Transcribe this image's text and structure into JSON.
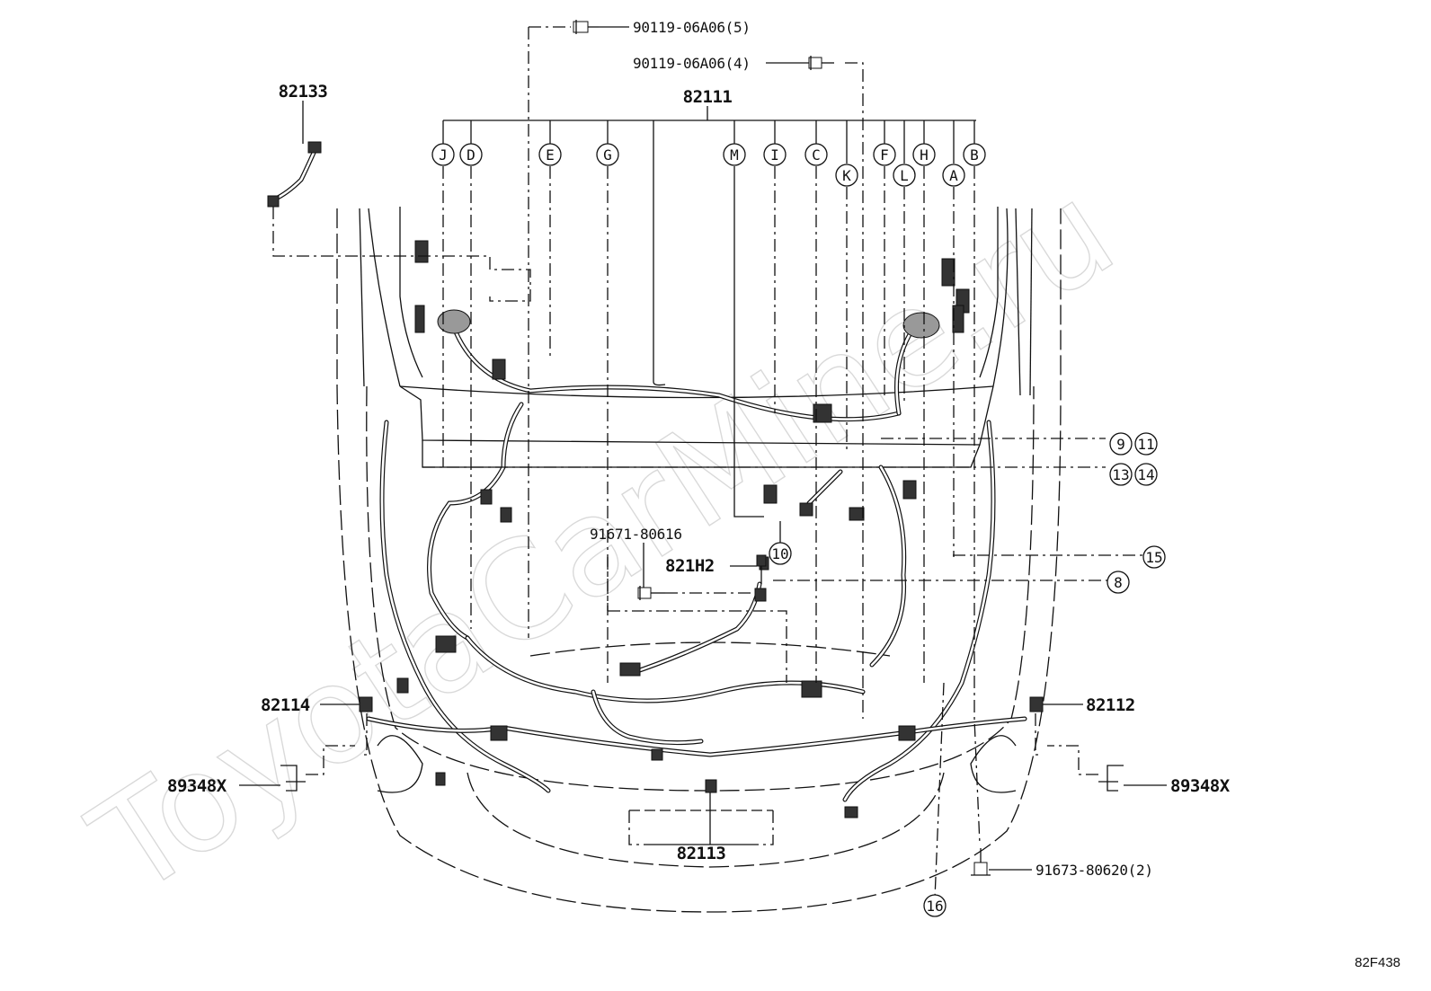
{
  "watermark": "ToyotaCarMine.ru",
  "diagram_code": "82F438",
  "parts": {
    "bolt_top_5": "90119-06A06(5)",
    "bolt_top_4": "90119-06A06(4)",
    "main_harness": "82111",
    "sub_harness_left_top": "82133",
    "bolt_center": "91671-80616",
    "connector_center": "821H2",
    "harness_left": "82114",
    "harness_right": "82112",
    "bracket_left": "89348X",
    "bracket_right": "89348X",
    "harness_front": "82113",
    "bolt_bottom": "91673-80620(2)"
  },
  "letter_callouts": [
    "J",
    "D",
    "E",
    "G",
    "M",
    "I",
    "C",
    "K",
    "F",
    "L",
    "H",
    "A",
    "B"
  ],
  "number_callouts": {
    "c9": "9",
    "c11": "11",
    "c13": "13",
    "c14": "14",
    "c10": "10",
    "c15": "15",
    "c8": "8",
    "c16": "16"
  }
}
